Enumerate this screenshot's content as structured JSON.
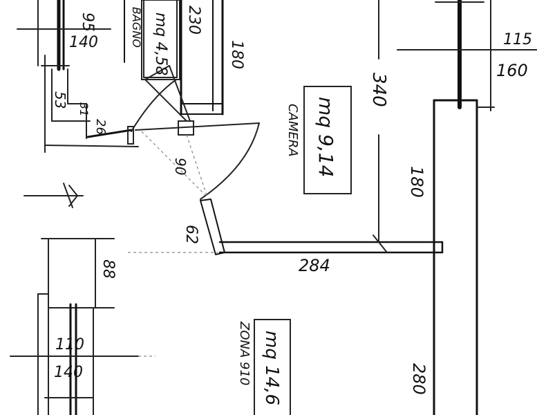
{
  "dimensions": {
    "d95": "95",
    "d140_top": "140",
    "d230": "230",
    "d180_top": "180",
    "d53": "53",
    "d31": "31",
    "d26": "26",
    "d90": "90",
    "d62": "62",
    "d340": "340",
    "d180_mid": "180",
    "d284": "284",
    "d88": "88",
    "d110": "110",
    "d140_bottom": "140",
    "d280": "280",
    "d115": "115",
    "d160": "160"
  },
  "rooms": {
    "bagno": {
      "area": "mq 4,58",
      "name": "BAGNO"
    },
    "camera": {
      "area": "mq 9,14",
      "name": "CAMERA"
    },
    "zona": {
      "area": "mq 14,6",
      "name": "ZONA 910"
    }
  }
}
